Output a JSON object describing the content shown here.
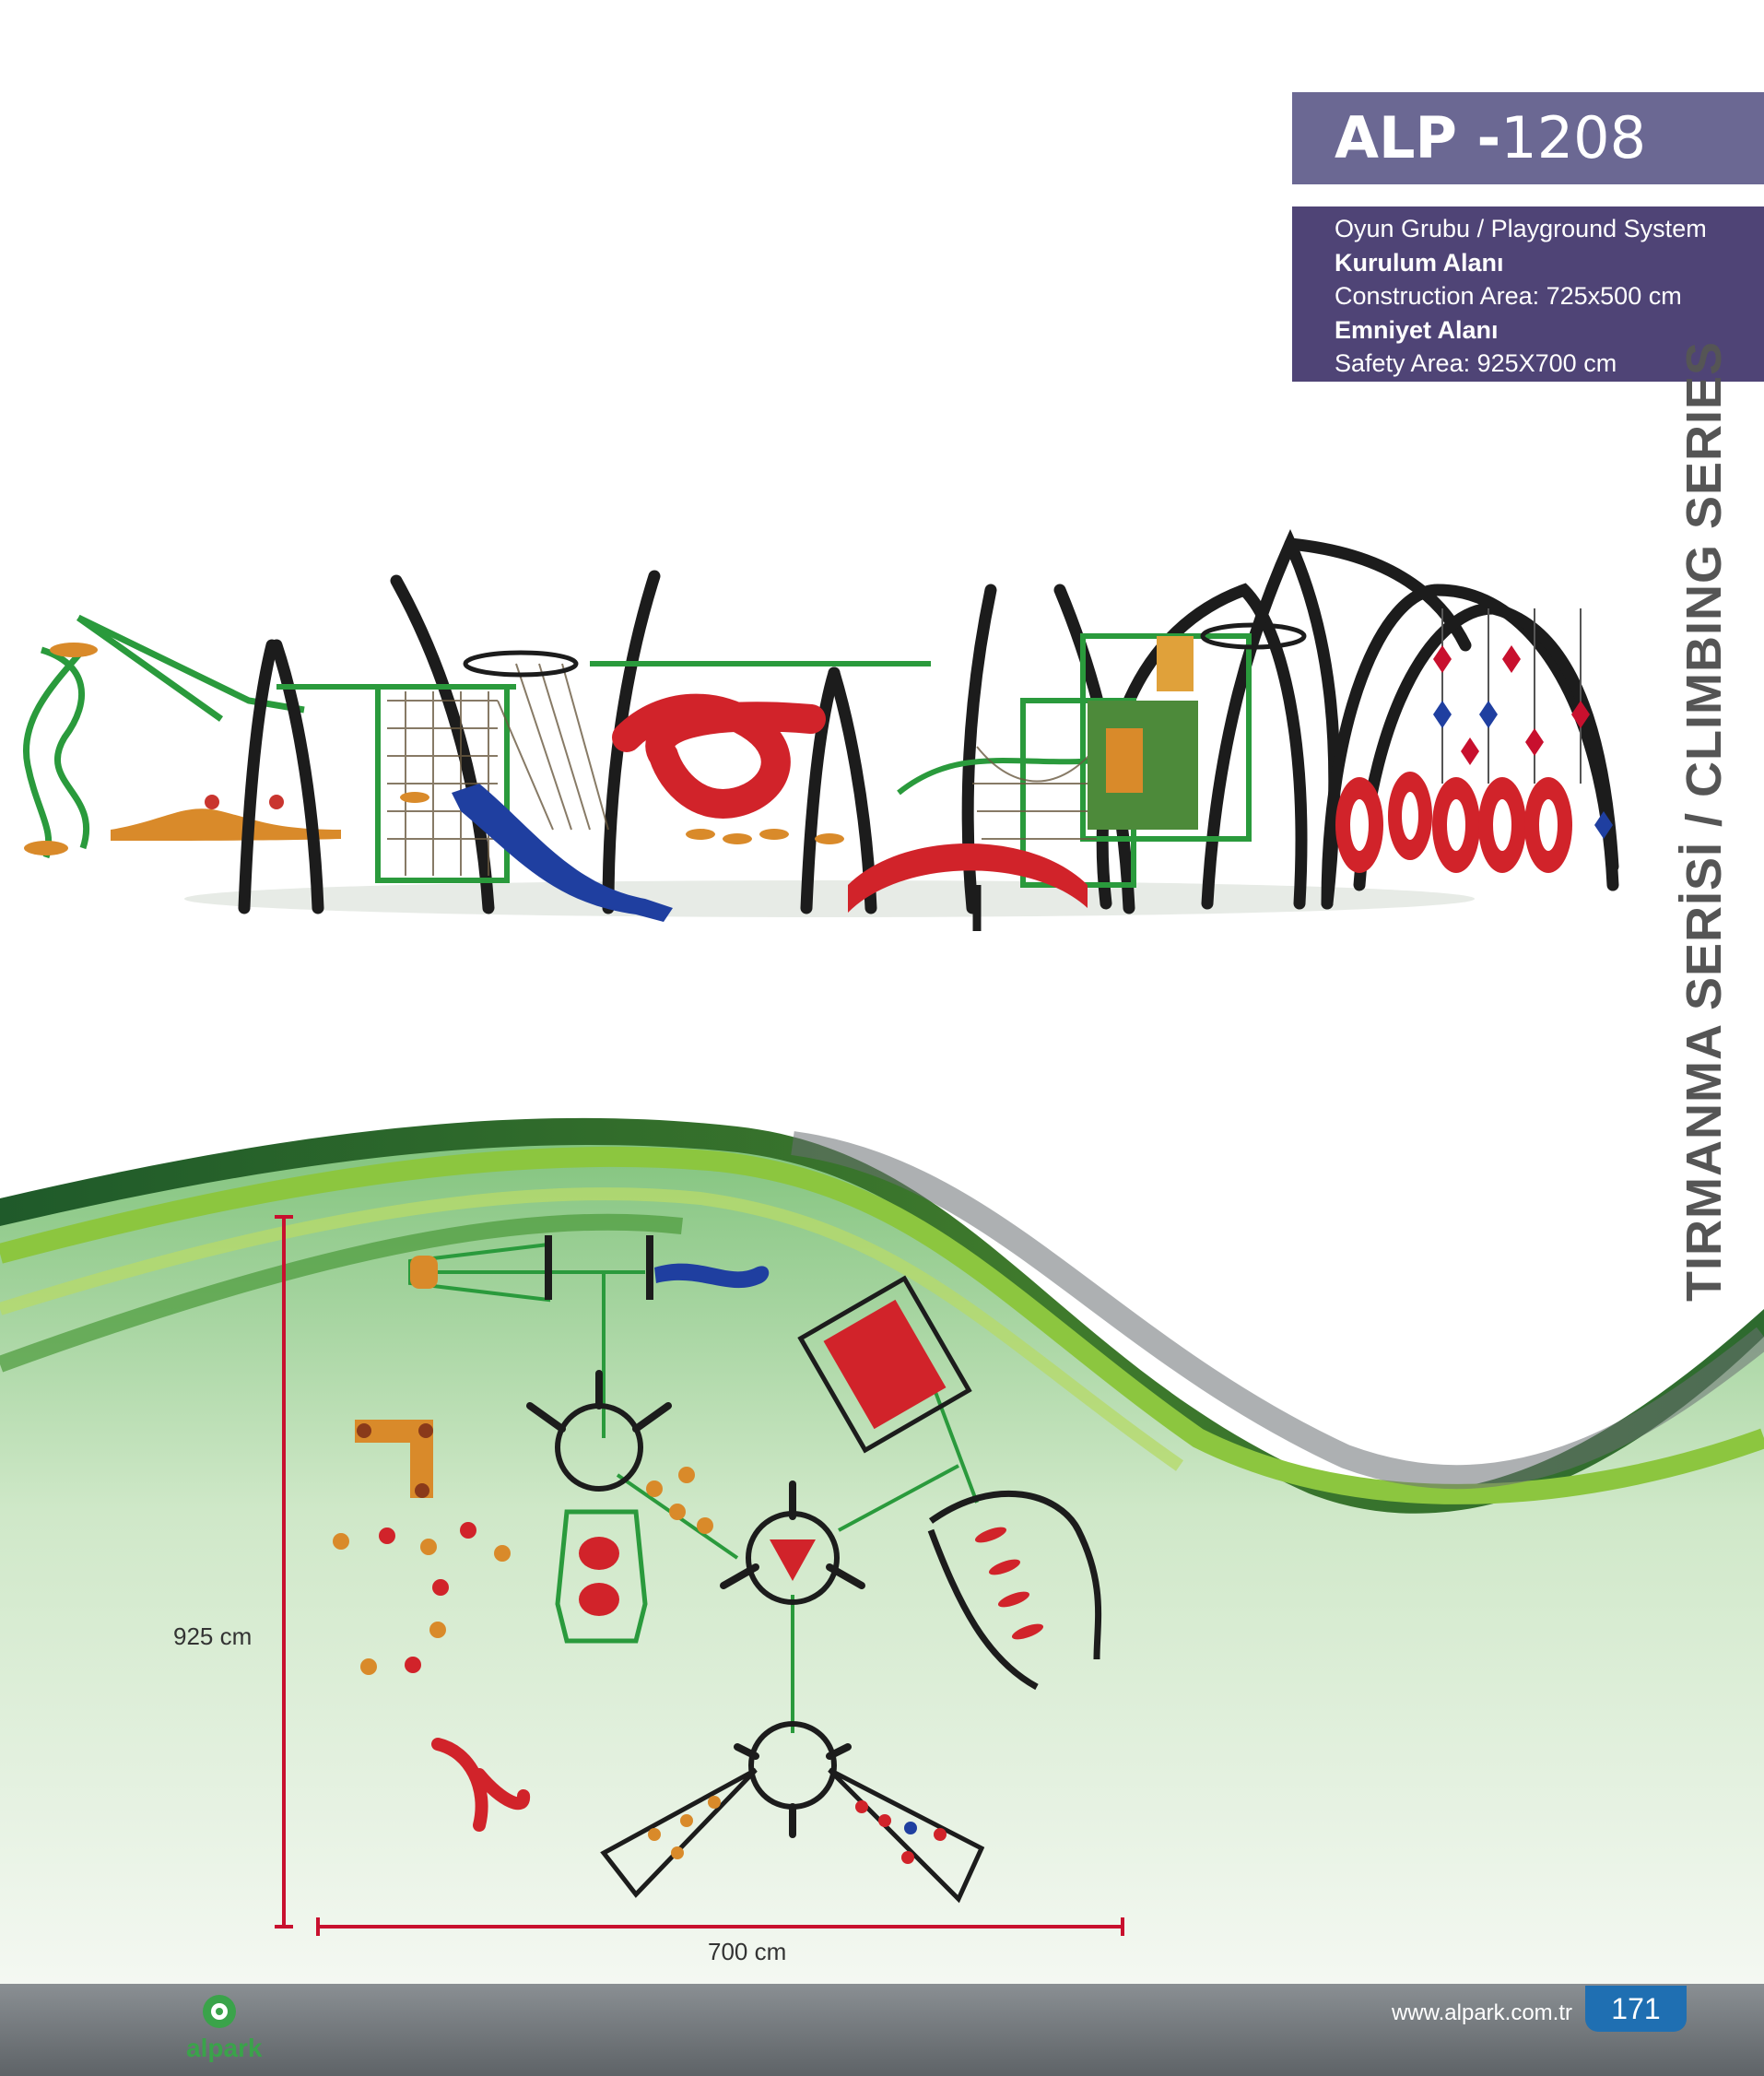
{
  "title": {
    "prefix": "ALP -",
    "number": "1208"
  },
  "info": {
    "system": "Oyun Grubu / Playground System",
    "install_heading": "Kurulum Alanı",
    "construction": "Construction Area: 725x500 cm",
    "safety_heading": "Emniyet Alanı",
    "safety": "Safety Area: 925X700  cm"
  },
  "series": "TIRMANMA  SERİSİ / CLIMBING SERIES",
  "dimensions": {
    "height_label": "925 cm",
    "width_label": "700 cm"
  },
  "footer": {
    "url": "www.alpark.com.tr",
    "page": "171",
    "logo_text": "alpark"
  },
  "colors": {
    "title_bg": "#6b6893",
    "info_bg": "#4f4476",
    "frame_green": "#2a9a3c",
    "post_black": "#1c1c1c",
    "slide_blue": "#1f3fa0",
    "play_red": "#d1232a",
    "panel_orange": "#d98a2a",
    "dim_red": "#c8102e"
  }
}
